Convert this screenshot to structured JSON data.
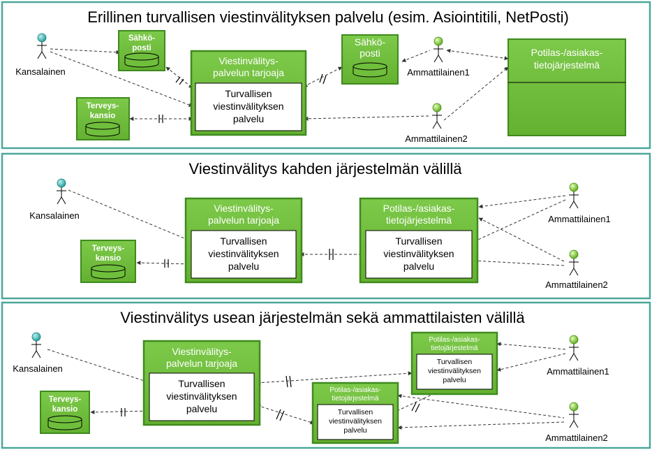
{
  "panels": [
    {
      "title": "Erillinen turvallisen viestinvälityksen palvelu (esim. Asiointitili, NetPosti)",
      "actors": {
        "citizen": "Kansalainen",
        "pro1": "Ammattilainen1",
        "pro2": "Ammattilainen2"
      },
      "stores": {
        "email_left": [
          "Sähkö-",
          "posti"
        ],
        "email_right": [
          "Sähkö-",
          "posti"
        ],
        "health_folder": [
          "Terveys-",
          "kansio"
        ]
      },
      "provider": {
        "title": [
          "Viestinvälitys-",
          "palvelun tarjoaja"
        ],
        "inner": [
          "Turvallisen",
          "viestinvälityksen",
          "palvelu"
        ]
      },
      "patient_system": {
        "title": [
          "Potilas-/asiakas-",
          "tietojärjestelmä"
        ]
      }
    },
    {
      "title": "Viestinvälitys kahden järjestelmän välillä",
      "actors": {
        "citizen": "Kansalainen",
        "pro1": "Ammattilainen1",
        "pro2": "Ammattilainen2"
      },
      "stores": {
        "health_folder": [
          "Terveys-",
          "kansio"
        ]
      },
      "provider": {
        "title": [
          "Viestinvälitys-",
          "palvelun tarjoaja"
        ],
        "inner": [
          "Turvallisen",
          "viestinvälityksen",
          "palvelu"
        ]
      },
      "patient_system": {
        "title": [
          "Potilas-/asiakas-",
          "tietojärjestelmä"
        ],
        "inner": [
          "Turvallisen",
          "viestinvälityksen",
          "palvelu"
        ]
      }
    },
    {
      "title": "Viestinvälitys usean järjestelmän sekä ammattilaisten välillä",
      "actors": {
        "citizen": "Kansalainen",
        "pro1": "Ammattilainen1",
        "pro2": "Ammattilainen2"
      },
      "stores": {
        "health_folder": [
          "Terveys-",
          "kansio"
        ]
      },
      "provider": {
        "title": [
          "Viestinvälitys-",
          "palvelun tarjoaja"
        ],
        "inner": [
          "Turvallisen",
          "viestinvälityksen",
          "palvelu"
        ]
      },
      "patient_system_a": {
        "title": [
          "Potilas-/asiakas-",
          "tietojärjestelmä"
        ],
        "inner": [
          "Turvallisen",
          "viestinvälityksen",
          "palvelu"
        ]
      },
      "patient_system_b": {
        "title": [
          "Potilas-/asiakas-",
          "tietojärjestelmä"
        ],
        "inner": [
          "Turvallisen",
          "viestinvälityksen",
          "palvelu"
        ]
      }
    }
  ],
  "colors": {
    "panel_border": "#4aa89a",
    "green_fill": "#6fbf3c",
    "green_border": "#3f8a1f",
    "citizen_head": "#3ab5b0",
    "pro_head": "#7acc2a"
  }
}
